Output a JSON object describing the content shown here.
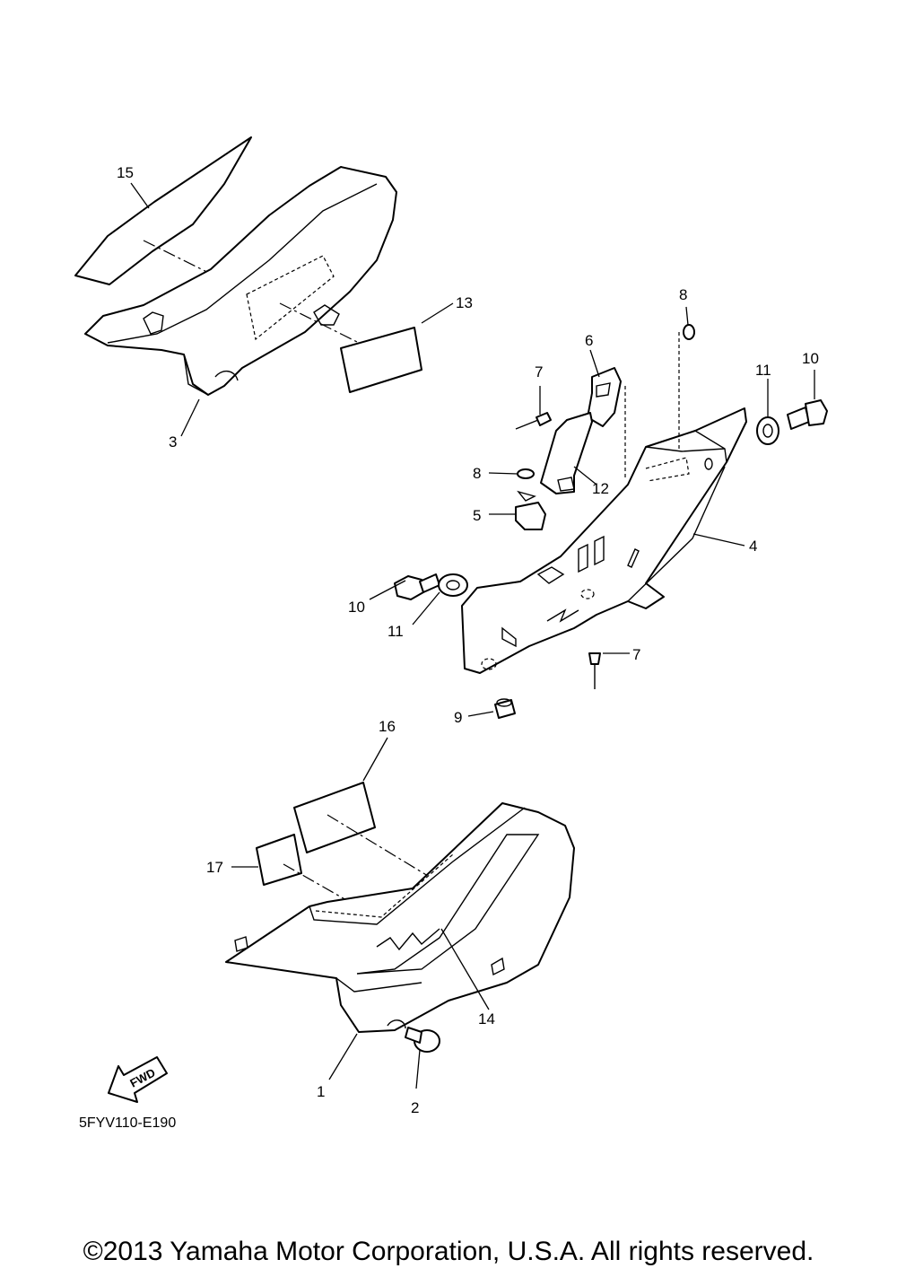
{
  "diagram": {
    "code": "5FYV110-E190",
    "fwd_label": "FWD",
    "callouts": {
      "p1": "1",
      "p2": "2",
      "p3": "3",
      "p4": "4",
      "p5": "5",
      "p6": "6",
      "p7a": "7",
      "p7b": "7",
      "p8a": "8",
      "p8b": "8",
      "p9": "9",
      "p10a": "10",
      "p10b": "10",
      "p11a": "11",
      "p11b": "11",
      "p12": "12",
      "p13": "13",
      "p14": "14",
      "p15": "15",
      "p16": "16",
      "p17": "17"
    }
  },
  "footer": {
    "copyright": "©2013 Yamaha Motor Corporation, U.S.A. All rights reserved."
  }
}
